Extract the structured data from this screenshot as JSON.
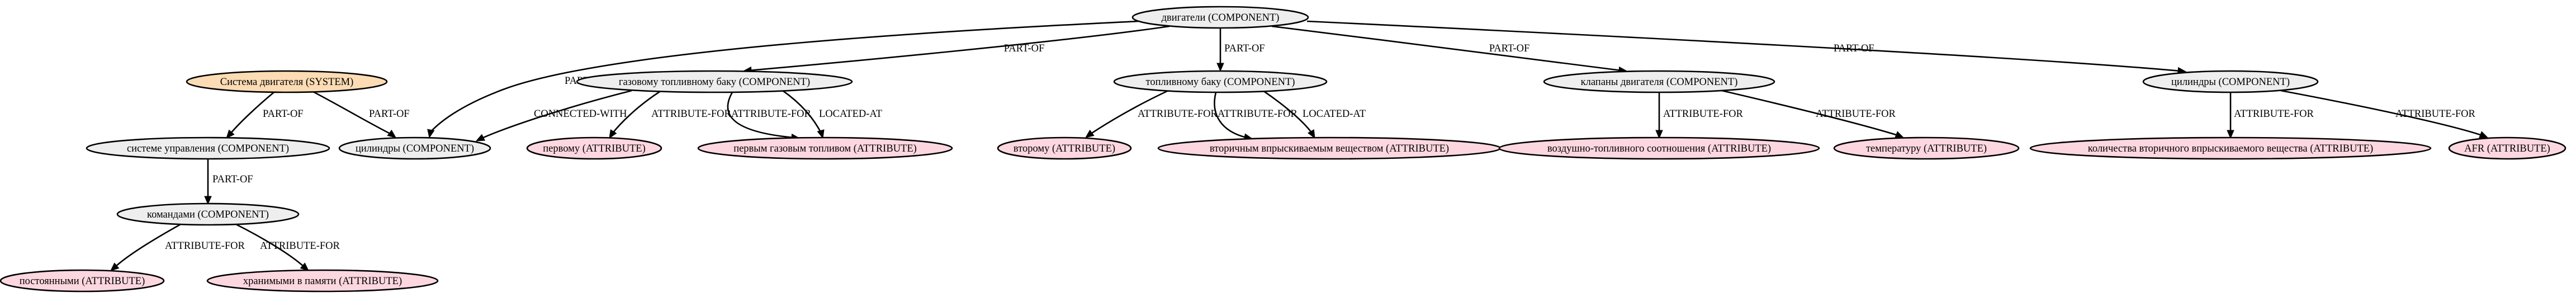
{
  "colors": {
    "component": "#eeeeee",
    "attribute": "#fdd7e0",
    "system": "#fcdcb4",
    "stroke": "#000000"
  },
  "nodes": {
    "engine": {
      "label": "двигатели (COMPONENT)",
      "type": "component"
    },
    "gas_tank": {
      "label": "газовому топливному баку (COMPONENT)",
      "type": "component"
    },
    "fuel_tank": {
      "label": "топливному баку (COMPONENT)",
      "type": "component"
    },
    "valves": {
      "label": "клапаны двигателя (COMPONENT)",
      "type": "component"
    },
    "cylinders_right": {
      "label": "цилиндры (COMPONENT)",
      "type": "component"
    },
    "system": {
      "label": "Система двигателя (SYSTEM)",
      "type": "system"
    },
    "cylinders_left": {
      "label": "цилиндры (COMPONENT)",
      "type": "component"
    },
    "control": {
      "label": "системе управления (COMPONENT)",
      "type": "component"
    },
    "commands": {
      "label": "командами (COMPONENT)",
      "type": "component"
    },
    "first": {
      "label": "первому (ATTRIBUTE)",
      "type": "attribute"
    },
    "first_gas": {
      "label": "первым газовым топливом (ATTRIBUTE)",
      "type": "attribute"
    },
    "second": {
      "label": "второму (ATTRIBUTE)",
      "type": "attribute"
    },
    "secondary_subst": {
      "label": "вторичным впрыскиваемым веществом (ATTRIBUTE)",
      "type": "attribute"
    },
    "air_fuel": {
      "label": "воздушно-топливного соотношения (ATTRIBUTE)",
      "type": "attribute"
    },
    "temperature": {
      "label": "температуру (ATTRIBUTE)",
      "type": "attribute"
    },
    "amount": {
      "label": "количества вторичного впрыскиваемого вещества (ATTRIBUTE)",
      "type": "attribute"
    },
    "afr": {
      "label": "AFR (ATTRIBUTE)",
      "type": "attribute"
    },
    "constant": {
      "label": "постоянными (ATTRIBUTE)",
      "type": "attribute"
    },
    "stored": {
      "label": "хранимыми в памяти (ATTRIBUTE)",
      "type": "attribute"
    }
  },
  "edges": [
    {
      "from": "engine",
      "to": "cylinders_left",
      "label": "PART-OF"
    },
    {
      "from": "engine",
      "to": "gas_tank",
      "label": "PART-OF"
    },
    {
      "from": "engine",
      "to": "fuel_tank",
      "label": "PART-OF"
    },
    {
      "from": "engine",
      "to": "valves",
      "label": "PART-OF"
    },
    {
      "from": "engine",
      "to": "cylinders_right",
      "label": "PART-OF"
    },
    {
      "from": "system",
      "to": "control",
      "label": "PART-OF"
    },
    {
      "from": "system",
      "to": "cylinders_left",
      "label": "PART-OF"
    },
    {
      "from": "gas_tank",
      "to": "cylinders_left",
      "label": "CONNECTED-WITH"
    },
    {
      "from": "gas_tank",
      "to": "first",
      "label": "ATTRIBUTE-FOR"
    },
    {
      "from": "gas_tank",
      "to": "first_gas",
      "label": "ATTRIBUTE-FOR"
    },
    {
      "from": "gas_tank",
      "to": "first_gas",
      "label": "LOCATED-AT"
    },
    {
      "from": "fuel_tank",
      "to": "second",
      "label": "ATTRIBUTE-FOR"
    },
    {
      "from": "fuel_tank",
      "to": "secondary_subst",
      "label": "ATTRIBUTE-FOR"
    },
    {
      "from": "fuel_tank",
      "to": "secondary_subst",
      "label": "LOCATED-AT"
    },
    {
      "from": "valves",
      "to": "air_fuel",
      "label": "ATTRIBUTE-FOR"
    },
    {
      "from": "valves",
      "to": "temperature",
      "label": "ATTRIBUTE-FOR"
    },
    {
      "from": "cylinders_right",
      "to": "amount",
      "label": "ATTRIBUTE-FOR"
    },
    {
      "from": "cylinders_right",
      "to": "afr",
      "label": "ATTRIBUTE-FOR"
    },
    {
      "from": "control",
      "to": "commands",
      "label": "PART-OF"
    },
    {
      "from": "commands",
      "to": "constant",
      "label": "ATTRIBUTE-FOR"
    },
    {
      "from": "commands",
      "to": "stored",
      "label": "ATTRIBUTE-FOR"
    }
  ]
}
